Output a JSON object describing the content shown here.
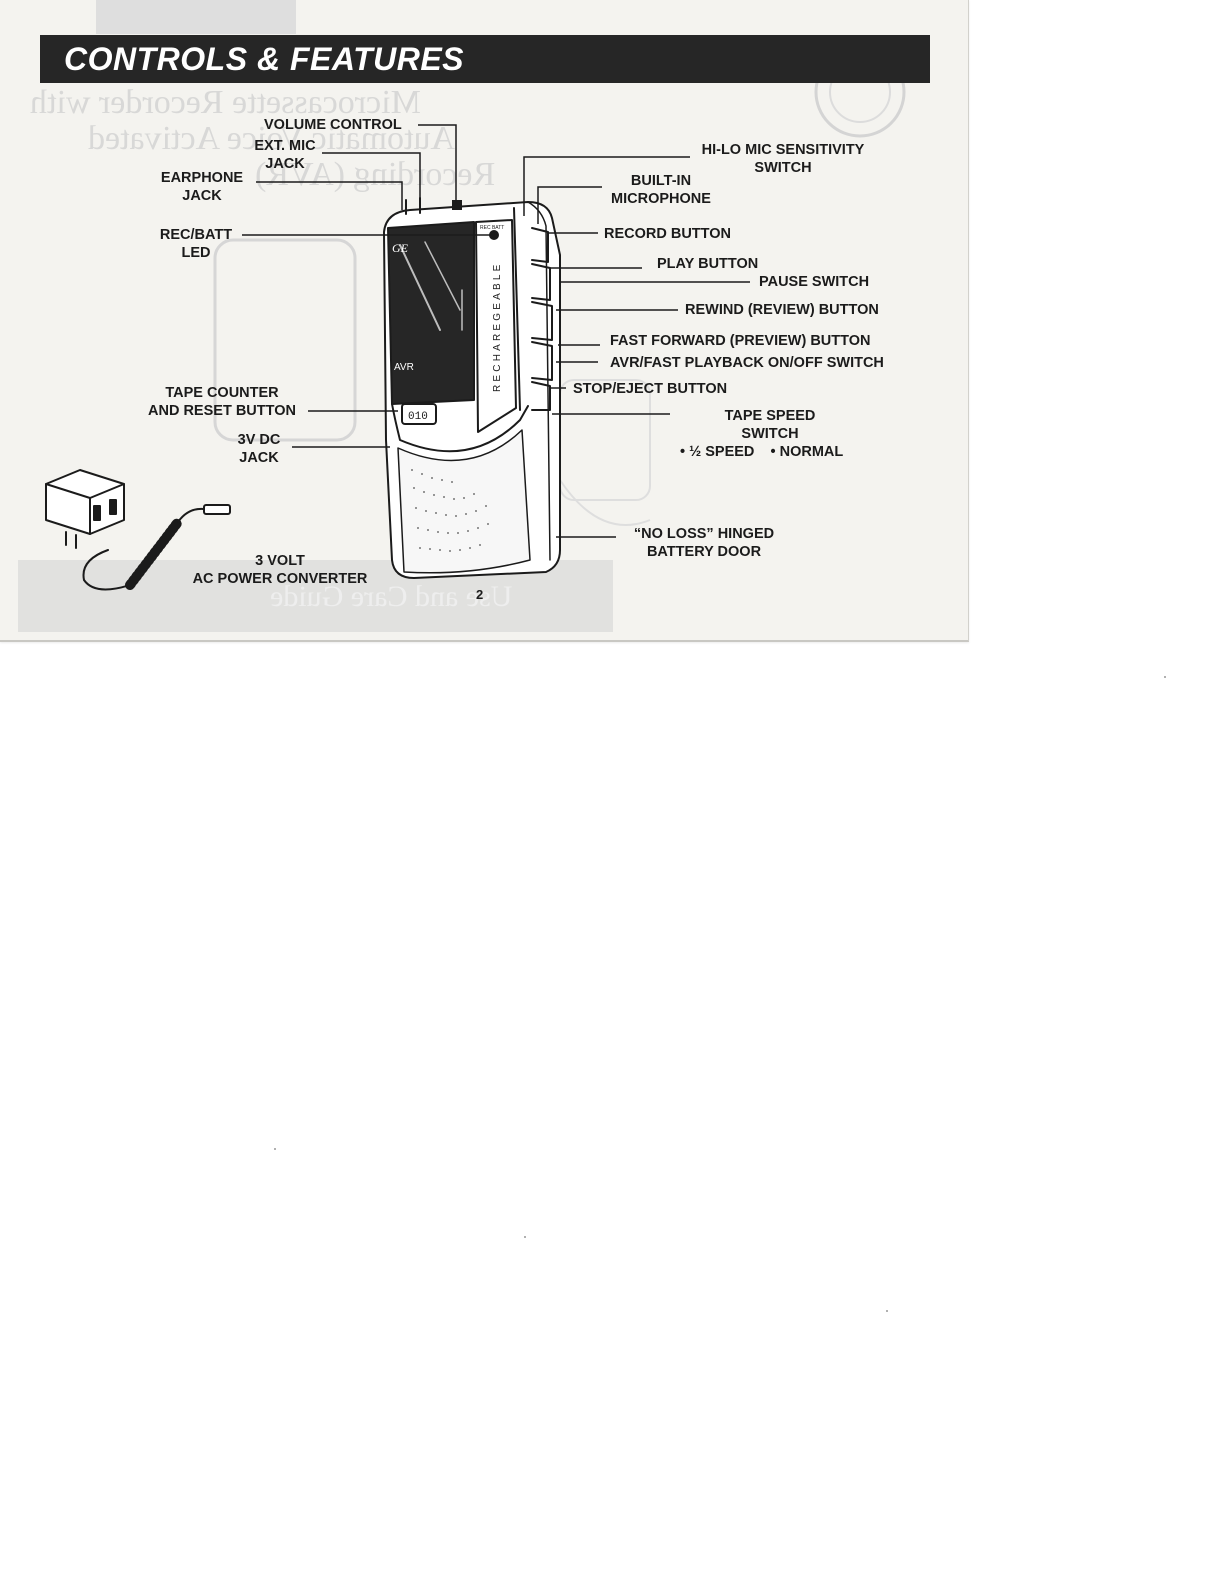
{
  "page": {
    "title": "CONTROLS & FEATURES",
    "page_number": "2"
  },
  "labels": {
    "volume_control": "VOLUME CONTROL",
    "ext_mic_jack": "EXT. MIC\nJACK",
    "earphone_jack": "EARPHONE\nJACK",
    "rec_batt_led": "REC/BATT\nLED",
    "hi_lo_mic_switch": "HI-LO MIC SENSITIVITY\nSWITCH",
    "built_in_microphone": "BUILT-IN\nMICROPHONE",
    "record_button": "RECORD BUTTON",
    "play_button": "PLAY BUTTON",
    "pause_switch": "PAUSE SWITCH",
    "rewind_button": "REWIND (REVIEW) BUTTON",
    "fast_forward_button": "FAST FORWARD (PREVIEW) BUTTON",
    "avr_switch": "AVR/FAST PLAYBACK ON/OFF SWITCH",
    "stop_eject_button": "STOP/EJECT BUTTON",
    "tape_speed_switch": "TAPE SPEED\nSWITCH",
    "tape_speed_options": "• ½ SPEED    • NORMAL",
    "tape_counter": "TAPE COUNTER\nAND RESET BUTTON",
    "dc_jack": "3V DC\nJACK",
    "ac_power_converter": "3 VOLT\nAC POWER CONVERTER",
    "battery_door": "“NO LOSS” HINGED\nBATTERY DOOR"
  },
  "device_markings": {
    "brand_logo": "GE",
    "led_marking": "REC BATT",
    "side_text": "RECHAREGEABLE",
    "model_badge": "AVR",
    "counter_digits": "010"
  },
  "bleed_through": {
    "heading_line1": "Microcassette Recorder with",
    "heading_line2": "Automatic Voice Activated",
    "heading_line3": "Recording (AVR)",
    "footer": "Use and Care Guide"
  },
  "colors": {
    "title_bar": "#262626",
    "paper": "#f4f3ef",
    "ink": "#1b1b1b"
  }
}
